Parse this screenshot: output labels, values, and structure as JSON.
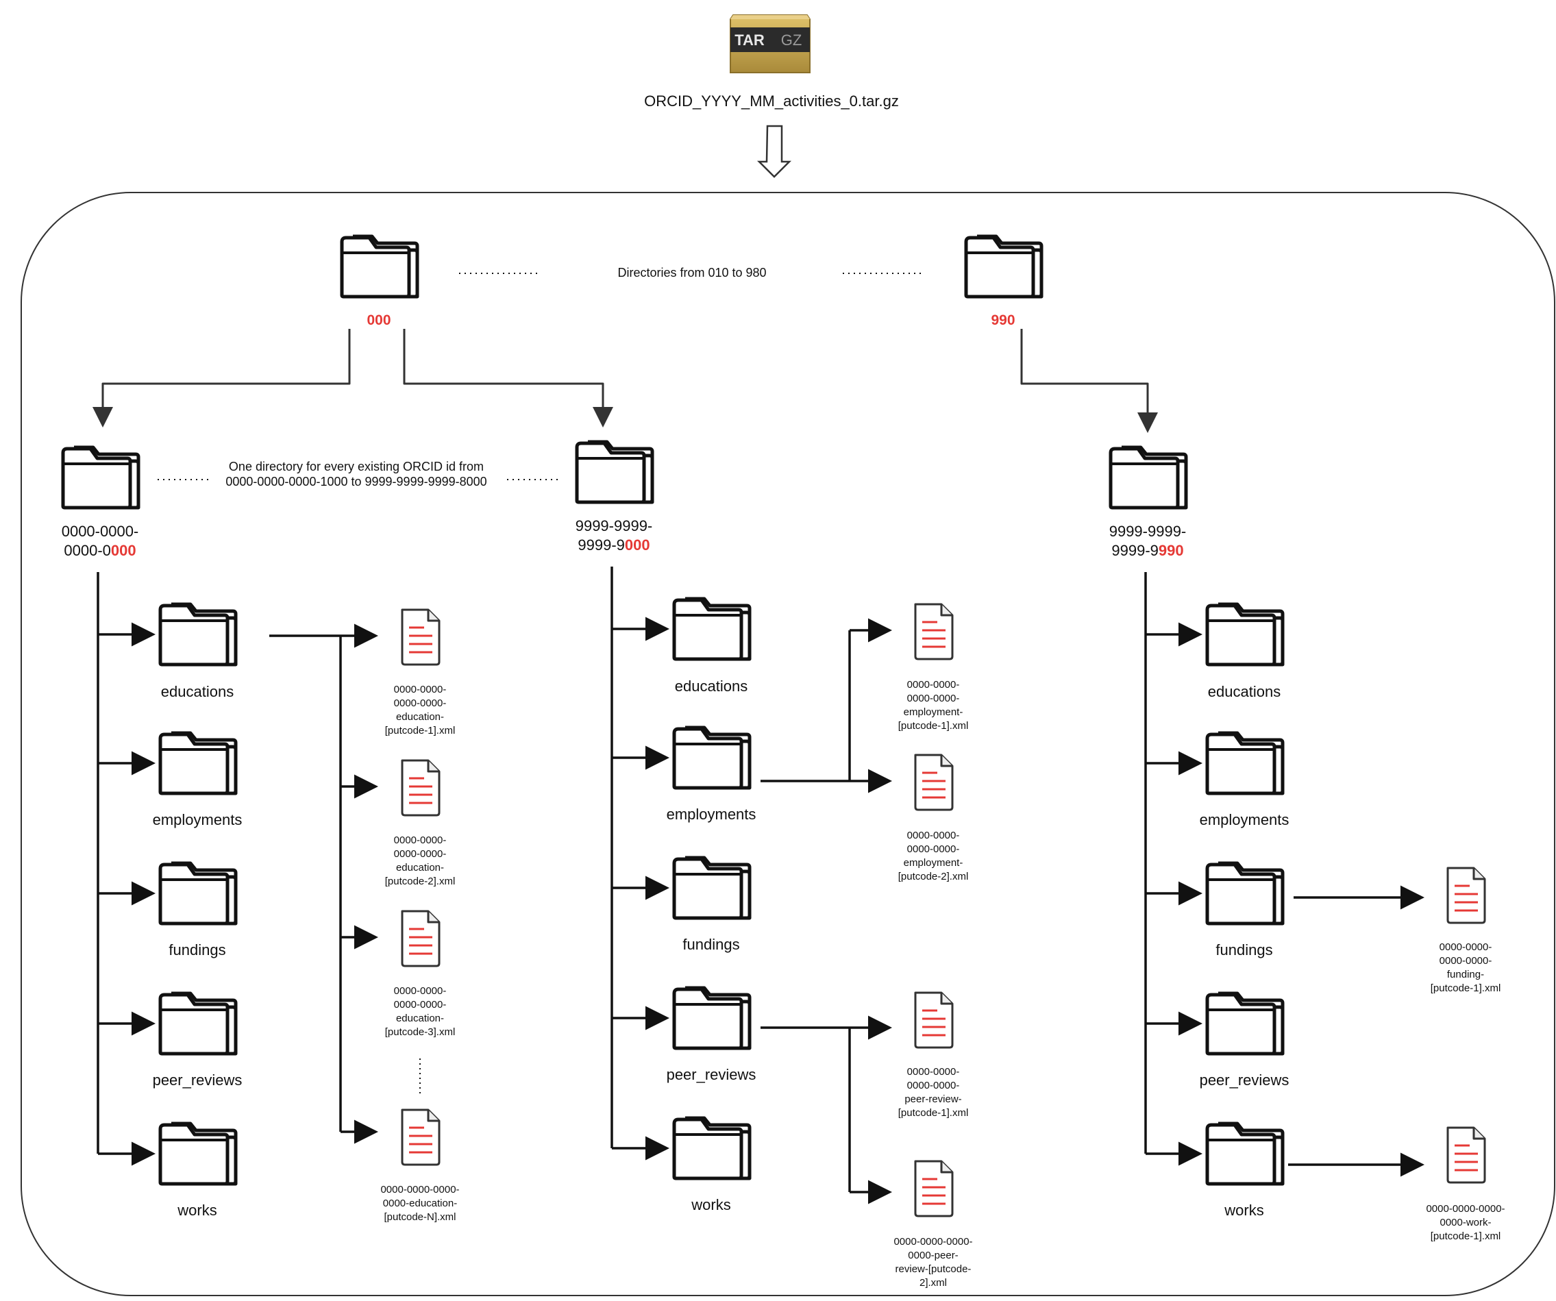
{
  "archive": {
    "icon": "tar-gz-archive-icon",
    "badge_left": "TAR",
    "badge_right": "GZ",
    "filename": "ORCID_YYYY_MM_activities_0.tar.gz"
  },
  "top_dirs": {
    "first": "000",
    "last": "990",
    "note": "Directories from 010 to 980"
  },
  "orcid_note": "One directory for every existing ORCID id from\n0000-0000-0000-1000 to 9999-9999-9999-8000",
  "trees": [
    {
      "id_prefix": "0000-0000-\n0000-0",
      "id_suffix": "000",
      "folders": [
        "educations",
        "employments",
        "fundings",
        "peer_reviews",
        "works"
      ],
      "files": [
        "0000-0000-\n0000-0000-\neducation-\n[putcode-1].xml",
        "0000-0000-\n0000-0000-\neducation-\n[putcode-2].xml",
        "0000-0000-\n0000-0000-\neducation-\n[putcode-3].xml",
        "0000-0000-0000-\n0000-education-\n[putcode-N].xml"
      ]
    },
    {
      "id_prefix": "9999-9999-\n9999-9",
      "id_suffix": "000",
      "folders": [
        "educations",
        "employments",
        "fundings",
        "peer_reviews",
        "works"
      ],
      "files": [
        "0000-0000-\n0000-0000-\nemployment-\n[putcode-1].xml",
        "0000-0000-\n0000-0000-\nemployment-\n[putcode-2].xml",
        "0000-0000-\n0000-0000-\npeer-review-\n[putcode-1].xml",
        "0000-0000-0000-\n0000-peer-\nreview-[putcode-\n2].xml"
      ]
    },
    {
      "id_prefix": "9999-9999-\n9999-9",
      "id_suffix": "990",
      "folders": [
        "educations",
        "employments",
        "fundings",
        "peer_reviews",
        "works"
      ],
      "files": [
        "0000-0000-\n0000-0000-\nfunding-\n[putcode-1].xml",
        "0000-0000-0000-\n0000-work-\n[putcode-1].xml"
      ]
    }
  ],
  "colors": {
    "accent_red": "#e53935",
    "line": "#111111",
    "connector": "#333333",
    "archive_gold": "#c9a64a"
  }
}
